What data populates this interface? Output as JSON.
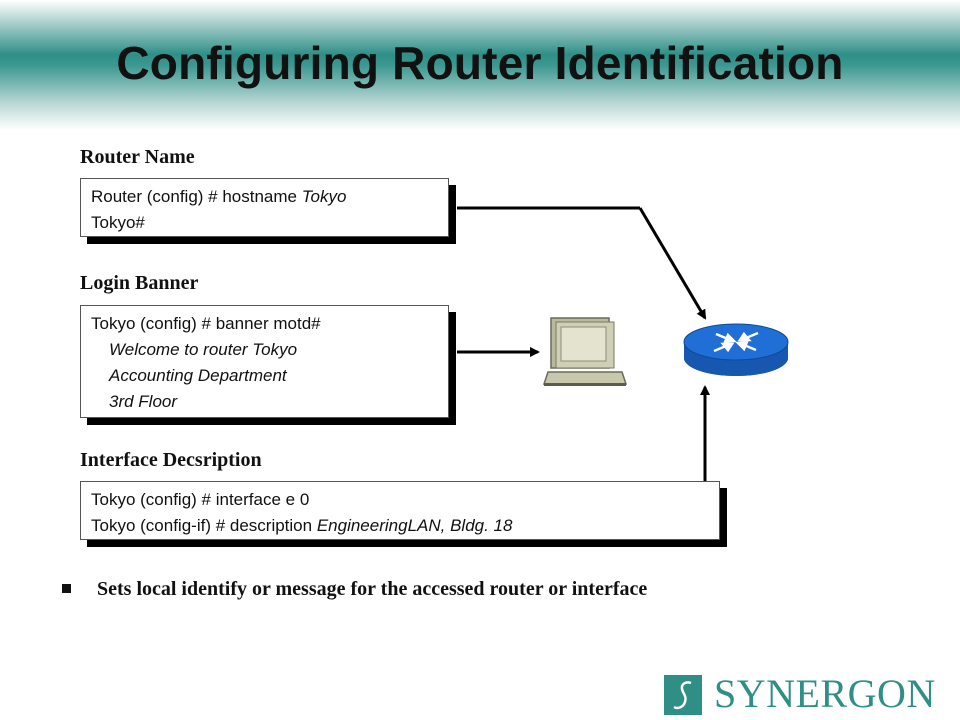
{
  "slide": {
    "title": "Configuring Router Identification"
  },
  "sections": {
    "router_name": {
      "label": "Router Name",
      "line1_prefix": "Router (config) # hostname ",
      "line1_italic": "Tokyo",
      "line2": "Tokyo#"
    },
    "login_banner": {
      "label": "Login Banner",
      "line1": "Tokyo (config) # banner motd#",
      "line2": "Welcome to router Tokyo",
      "line3": "Accounting Department",
      "line4": "3rd Floor"
    },
    "interface_description": {
      "label": "Interface Decsription",
      "line1": "Tokyo (config) # interface e 0",
      "line2_prefix": "Tokyo (config-if) # description ",
      "line2_italic": "EngineeringLAN, Bldg. 18"
    }
  },
  "bullet": {
    "text": "Sets local identify or message for the accessed router or interface"
  },
  "logo": {
    "name": "SYNERGON",
    "mark_glyph": "S"
  },
  "icons": {
    "router": "router-icon",
    "terminal": "terminal-icon"
  },
  "colors": {
    "brand_teal": "#2f8f87",
    "router_blue": "#1f6fd6"
  }
}
